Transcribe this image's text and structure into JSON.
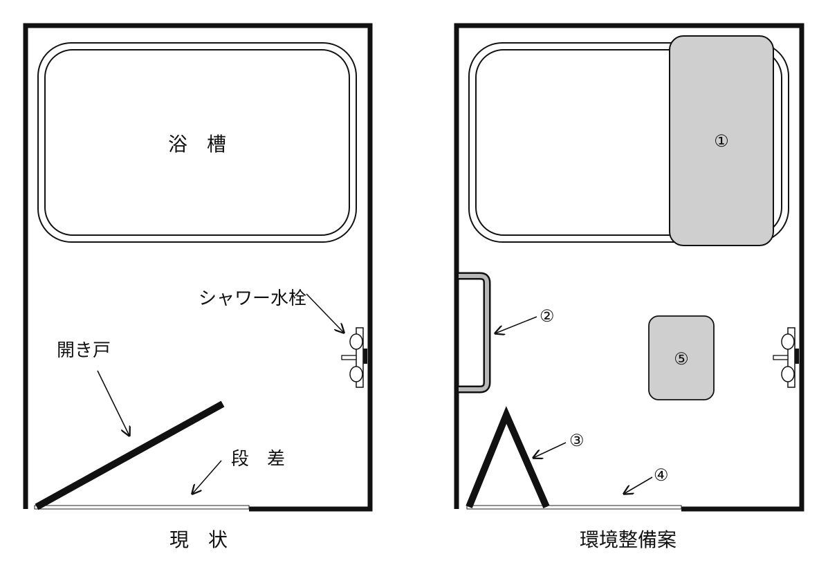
{
  "left_plan": {
    "caption": "現　状",
    "bathtub_label": "浴　槽",
    "shower_label": "シャワー水栓",
    "door_label": "開き戸",
    "step_label": "段　差"
  },
  "right_plan": {
    "caption": "環境整備案",
    "markers": {
      "m1": "①",
      "m2": "②",
      "m3": "③",
      "m4": "④",
      "m5": "⑤"
    }
  },
  "colors": {
    "wall": "#111111",
    "fill_gray": "#cfcfcf",
    "handrail_gray": "#b8b8b8"
  }
}
